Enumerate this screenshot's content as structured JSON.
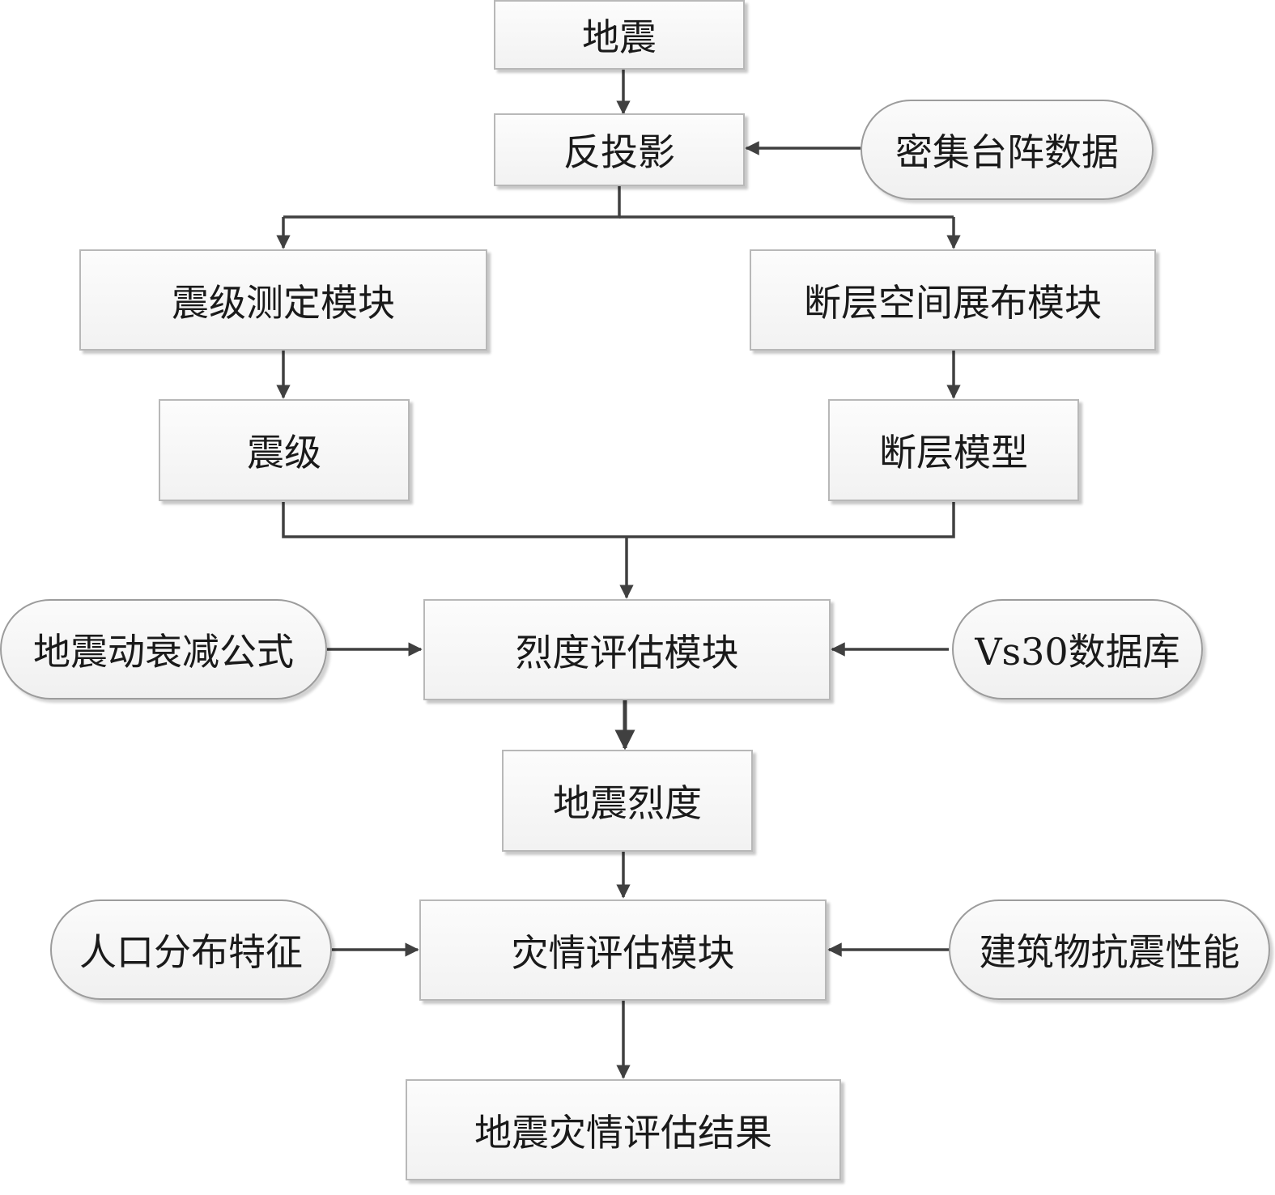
{
  "nodes": {
    "earthquake": "地震",
    "back_projection": "反投影",
    "dense_array_data": "密集台阵数据",
    "magnitude_module": "震级测定模块",
    "fault_module": "断层空间展布模块",
    "magnitude": "震级",
    "fault_model": "断层模型",
    "attenuation_formula": "地震动衰减公式",
    "intensity_module": "烈度评估模块",
    "vs30_database": "Vs30数据库",
    "seismic_intensity": "地震烈度",
    "population_distribution": "人口分布特征",
    "disaster_module": "灾情评估模块",
    "building_resistance": "建筑物抗震性能",
    "disaster_result": "地震灾情评估结果"
  },
  "colors": {
    "line": "#404040",
    "box_border": "#b8b8b8",
    "pill_border": "#9c9c9c"
  }
}
